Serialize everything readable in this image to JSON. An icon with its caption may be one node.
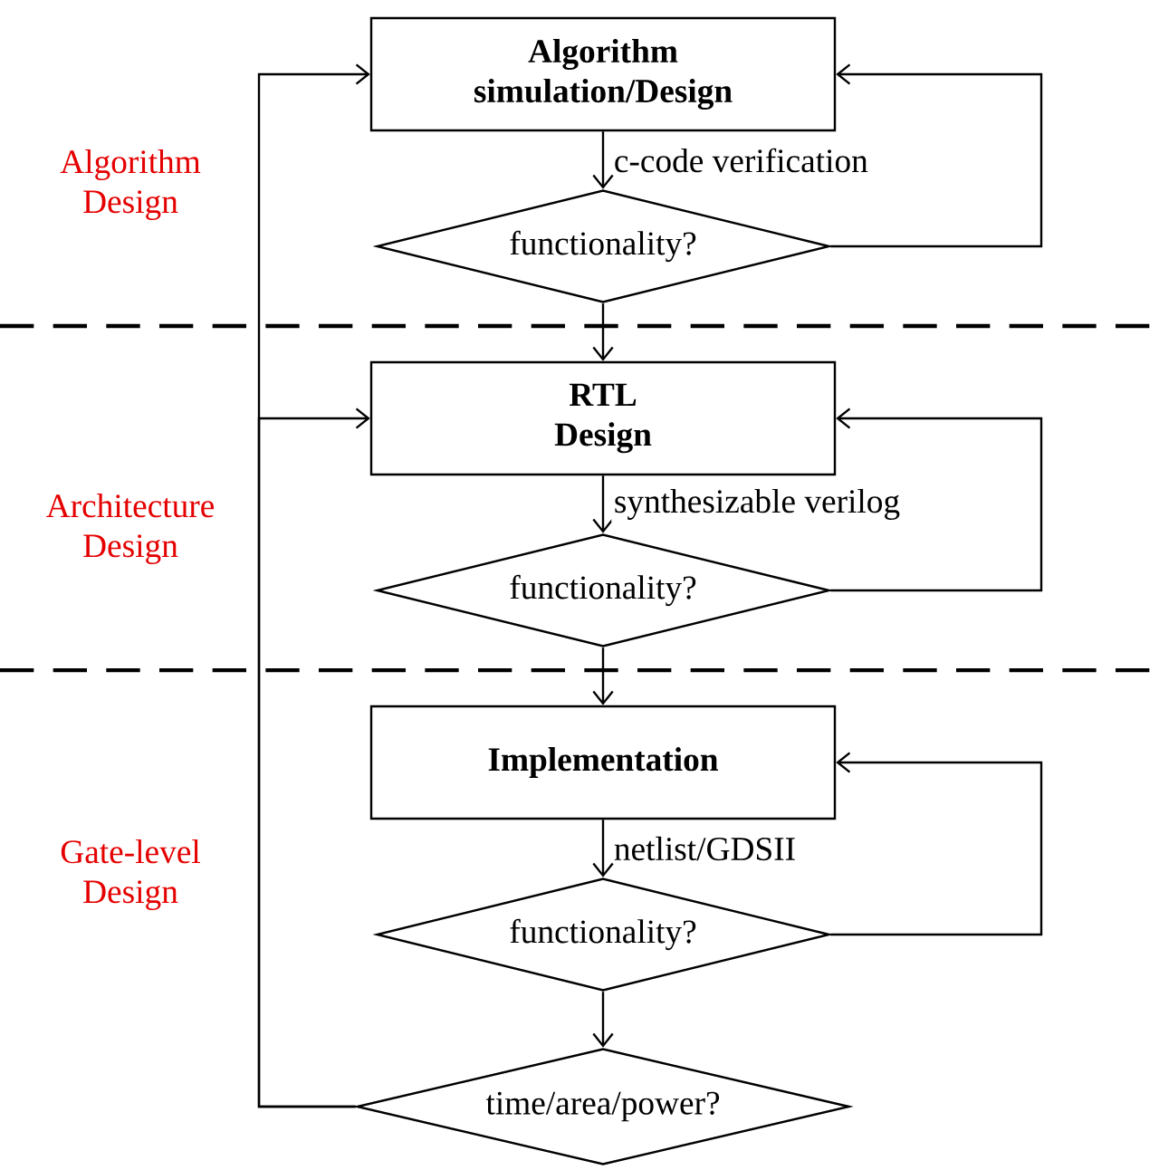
{
  "diagram": {
    "nodes": [
      {
        "text": [
          "Algorithm simulation/Design"
        ]
      },
      {
        "text": [
          "functionality?"
        ]
      },
      {
        "text": [
          "RTL Design"
        ]
      },
      {
        "text": [
          "functionality?"
        ]
      },
      {
        "text": [
          "Implementation"
        ]
      },
      {
        "text": [
          "functionality?"
        ]
      },
      {
        "text": [
          "time/area/power?"
        ]
      }
    ],
    "edges": [
      {
        "from": 0,
        "to": 1,
        "arrow": "to",
        "label": "c-code verification"
      },
      {
        "from": 1,
        "to": 0,
        "arrow": "to"
      },
      {
        "from": 1,
        "to": 2,
        "arrow": "to"
      },
      {
        "from": 2,
        "to": 3,
        "arrow": "to",
        "label": "synthesizable verilog"
      },
      {
        "from": 3,
        "to": 2,
        "arrow": "to"
      },
      {
        "from": 3,
        "to": 4,
        "arrow": "to"
      },
      {
        "from": 4,
        "to": 5,
        "arrow": "to",
        "label": "netlist/GDSII"
      },
      {
        "from": 5,
        "to": 4,
        "arrow": "to"
      },
      {
        "from": 5,
        "to": 6,
        "arrow": "to"
      },
      {
        "from": 6,
        "to": 0,
        "arrow": "to"
      },
      {
        "from": 6,
        "to": 2,
        "arrow": "to"
      }
    ],
    "labels": [
      "Algorithm Design",
      "Architecture Design",
      "Gate-level Design"
    ]
  }
}
